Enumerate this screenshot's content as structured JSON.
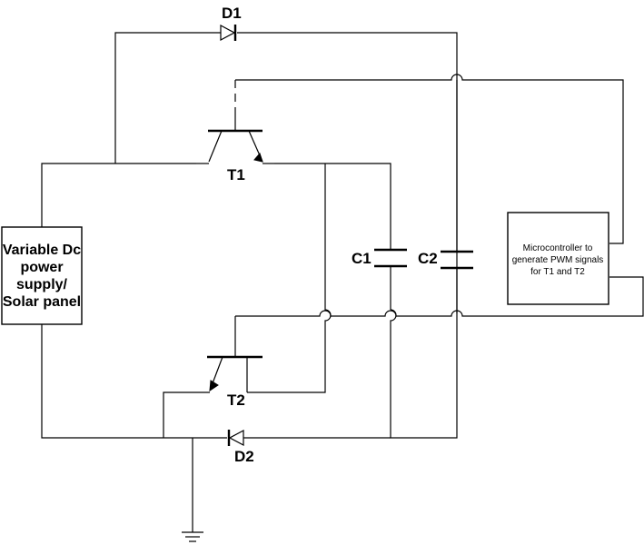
{
  "labels": {
    "d1": "D1",
    "d2": "D2",
    "t1": "T1",
    "t2": "T2",
    "c1": "C1",
    "c2": "C2"
  },
  "supply": {
    "line1": "Variable Dc",
    "line2": "power",
    "line3": "supply/",
    "line4": "Solar panel"
  },
  "microcontroller": {
    "line1": "Microcontroller to",
    "line2": "generate PWM signals",
    "line3": "for T1 and T2"
  }
}
